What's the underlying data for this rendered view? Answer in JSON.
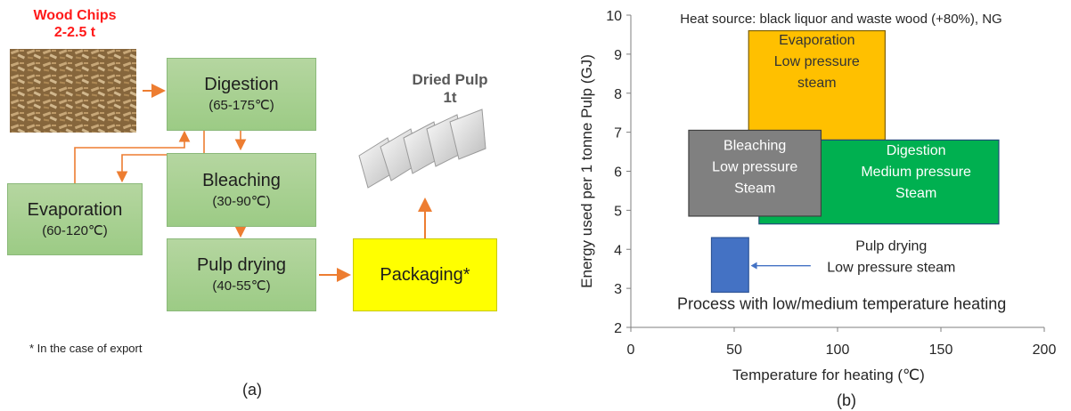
{
  "panel_a": {
    "wood_title": "Wood Chips",
    "wood_amount": "2-2.5 t",
    "pulp_title": "Dried Pulp",
    "pulp_amount": "1t",
    "digestion": {
      "name": "Digestion",
      "temp": "(65-175℃)"
    },
    "bleaching": {
      "name": "Bleaching",
      "temp": "(30-90℃)"
    },
    "pulp_drying": {
      "name": "Pulp drying",
      "temp": "(40-55℃)"
    },
    "evaporation": {
      "name": "Evaporation",
      "temp": "(60-120℃)"
    },
    "packaging": "Packaging*",
    "footnote": "* In the case of export",
    "caption": "(a)",
    "colors": {
      "process_box": "#a9d18e",
      "packaging": "#ffff00",
      "arrow": "#ed7d31",
      "wood_title": "#ff0000"
    }
  },
  "panel_b": {
    "caption": "(b)",
    "heat_source": "Heat source: black liquor and waste wood (+80%), NG",
    "bottom_label": "Process with low/medium temperature heating",
    "evaporation_label": [
      "Evaporation",
      "Low pressure",
      "steam"
    ],
    "digestion_label": [
      "Digestion",
      "Medium pressure",
      "Steam"
    ],
    "bleaching_label": [
      "Bleaching",
      "Low pressure",
      "Steam"
    ],
    "pulp_drying_label": [
      "Pulp drying",
      "Low pressure steam"
    ]
  },
  "chart_data": {
    "type": "range-rectangles",
    "xlabel": "Temperature for heating (℃)",
    "ylabel": "Energy used per 1 tonne Pulp (GJ)",
    "xlim": [
      0,
      200
    ],
    "ylim": [
      2,
      10
    ],
    "x_ticks": [
      0,
      50,
      100,
      150,
      200
    ],
    "y_ticks": [
      2,
      3,
      4,
      5,
      6,
      7,
      8,
      9,
      10
    ],
    "grid": false,
    "rects": [
      {
        "name": "Evaporation",
        "x": [
          57,
          123
        ],
        "y": [
          6.8,
          9.6
        ],
        "color": "#ffc000"
      },
      {
        "name": "Digestion",
        "x": [
          62,
          178
        ],
        "y": [
          4.65,
          6.8
        ],
        "color": "#00b050"
      },
      {
        "name": "Bleaching",
        "x": [
          28,
          92
        ],
        "y": [
          4.85,
          7.05
        ],
        "color": "#808080"
      },
      {
        "name": "Pulp drying",
        "x": [
          39,
          57
        ],
        "y": [
          2.9,
          4.3
        ],
        "color": "#4472c4"
      }
    ]
  }
}
